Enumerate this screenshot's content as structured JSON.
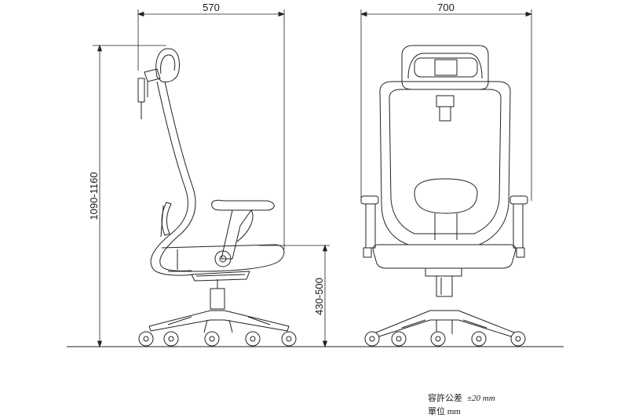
{
  "dimensions": {
    "side_depth": "570",
    "front_width": "700",
    "overall_height": "1090-1160",
    "seat_height": "430-500"
  },
  "notes": {
    "tolerance_label": "容許公差",
    "tolerance_value": "±20 mm",
    "unit_label": "單位",
    "unit_value": "mm"
  }
}
